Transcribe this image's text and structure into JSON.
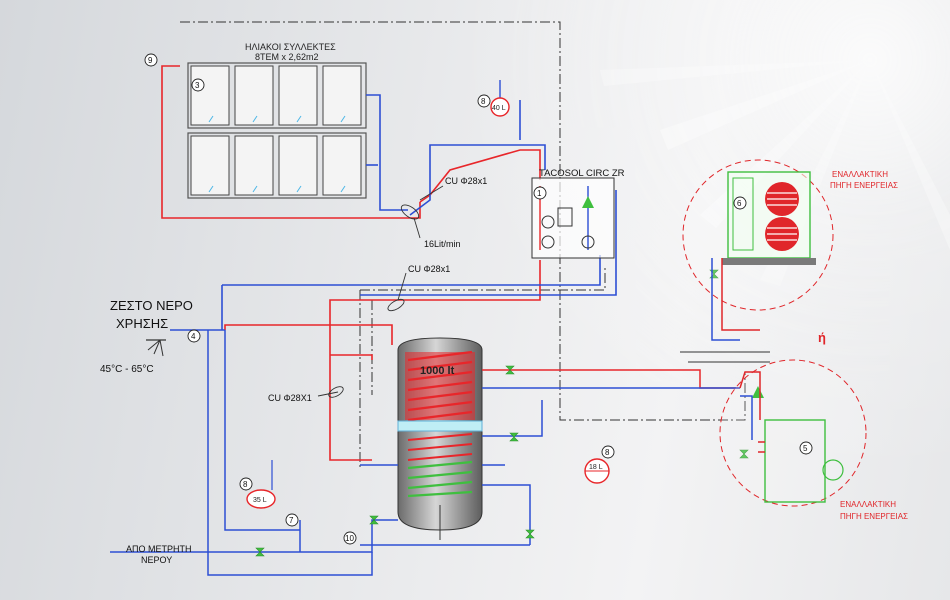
{
  "collectors": {
    "title_line1": "ΗΛΙΑΚΟΙ ΣΥΛΛΕΚΤΕΣ",
    "title_line2": "8ΤΕΜ x 2,62m2",
    "panel_count": 8
  },
  "pump_station": {
    "label": "TACOSOL CIRC ZR"
  },
  "pipes": {
    "solar_pipe": "CU Φ28x1",
    "flow_rate": "16Lit/min",
    "main_pipe": "CU Φ28x1",
    "tank_pipe": "CU Φ28X1"
  },
  "tank": {
    "volume": "1000 lt"
  },
  "hot_water": {
    "line1": "ΖΕΣΤΟ ΝΕΡΟ",
    "line2": "ΧΡΗΣΗΣ",
    "temperature": "45°C - 65°C"
  },
  "inlet": {
    "line1": "ΑΠΟ ΜΕΤΡΗΤΗ",
    "line2": "ΝΕΡΟΥ"
  },
  "expansion_vessels": {
    "top": "40 L",
    "right": "18 L",
    "left": "35 L"
  },
  "alt_energy": {
    "top_line1": "ΕΝΑΛΛΑΚΤΙΚΗ",
    "top_line2": "ΠΗΓΗ ΕΝΕΡΓΕΙΑΣ",
    "or_label": "ή",
    "bottom_line1": "ΕΝΑΛΛΑΚΤΙΚΗ",
    "bottom_line2": "ΠΗΓΗ ΕΝΕΡΓΕΙΑΣ"
  },
  "markers": {
    "m1": "1",
    "m3": "3",
    "m4": "4",
    "m5": "5",
    "m6": "6",
    "m7": "7",
    "m8a": "8",
    "m8b": "8",
    "m8c": "8",
    "m9": "9",
    "m10": "10"
  },
  "colors": {
    "hot": "#e8262a",
    "cold": "#2d4fd4",
    "alt_red": "#e0262a",
    "green": "#3fbf3f"
  }
}
